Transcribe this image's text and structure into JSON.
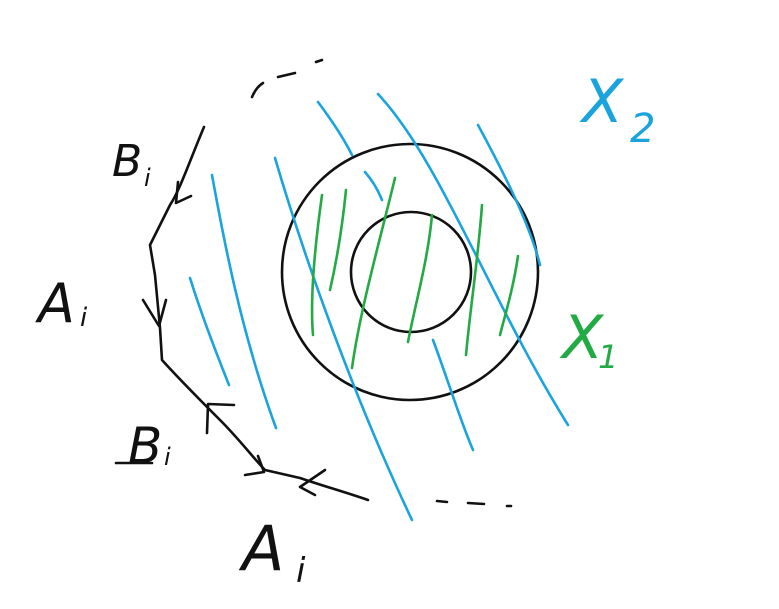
{
  "labels": {
    "b_top": "B",
    "b_top_sub": "i",
    "a_mid": "A",
    "a_mid_sub": "i",
    "b_low": "B",
    "b_low_sub": "i",
    "a_bottom": "A",
    "a_bottom_sub": "i",
    "x2": "X",
    "x2_sub": "2",
    "x1": "X",
    "x1_sub": "1"
  },
  "colors": {
    "ink": "#111111",
    "blue": "#1aa3dd",
    "green": "#22aa44",
    "background": "#ffffff"
  }
}
